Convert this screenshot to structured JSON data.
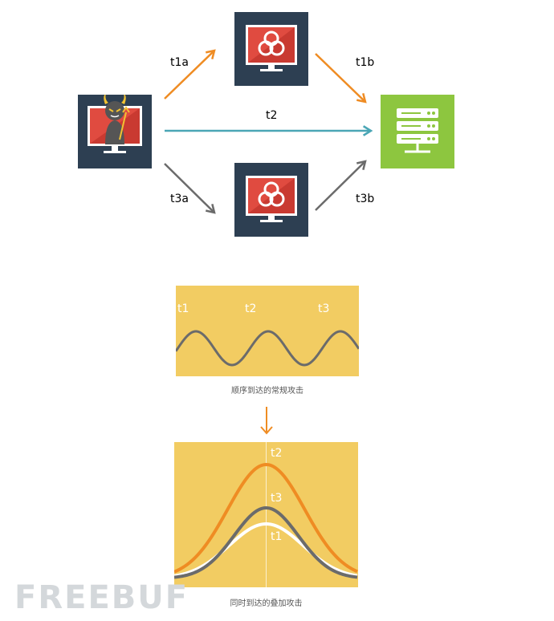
{
  "diagram": {
    "edges": [
      {
        "id": "t1a",
        "label": "t1a",
        "color": "#ef8c23"
      },
      {
        "id": "t1b",
        "label": "t1b",
        "color": "#ef8c23"
      },
      {
        "id": "t2",
        "label": "t2",
        "color": "#4aa6b5"
      },
      {
        "id": "t3a",
        "label": "t3a",
        "color": "#6b6b6b"
      },
      {
        "id": "t3b",
        "label": "t3b",
        "color": "#6b6b6b"
      }
    ],
    "colors": {
      "monitor_bg": "#2d3f52",
      "screen_red": "#e04b40",
      "server_bg": "#8dc63f",
      "panel": "#f2cc62"
    }
  },
  "top_panel": {
    "labels": [
      "t1",
      "t2",
      "t3"
    ],
    "caption": "顺序到达的常规攻击"
  },
  "bottom_panel": {
    "labels": {
      "t1": "t1",
      "t2": "t2",
      "t3": "t3"
    },
    "caption": "同时到达的叠加攻击"
  },
  "watermark": "FREEBUF"
}
